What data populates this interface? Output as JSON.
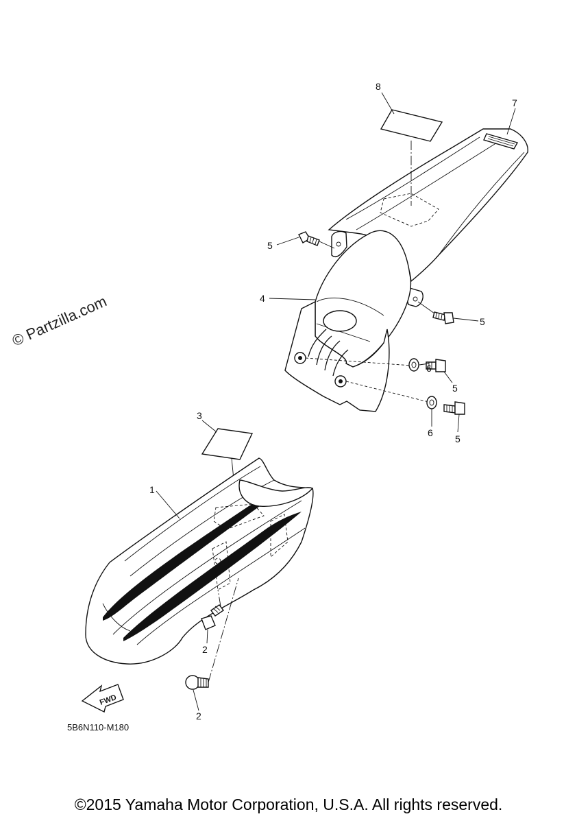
{
  "watermark": "© Partzilla.com",
  "callouts": {
    "c1": "1",
    "c2a": "2",
    "c2b": "2",
    "c3": "3",
    "c4": "4",
    "c5a": "5",
    "c5b": "5",
    "c5c": "5",
    "c5d": "5",
    "c6a": "6",
    "c6b": "6",
    "c7": "7",
    "c8": "8"
  },
  "fwd_label": "FWD",
  "diagram_code": "5B6N110-M180",
  "copyright": "©2015 Yamaha Motor Corporation, U.S.A. All rights reserved."
}
